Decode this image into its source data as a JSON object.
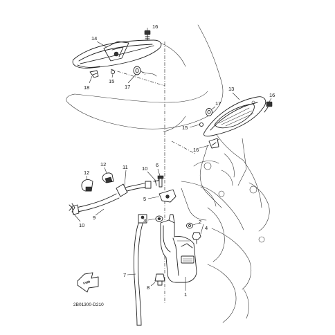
{
  "diagram_code": "2B01300-D210",
  "fwd_label": "FWD",
  "callouts": {
    "c1": "1",
    "c2": "2",
    "c3": "3",
    "c4": "4",
    "c5": "5",
    "c6": "6",
    "c7": "7",
    "c8": "8",
    "c9": "9",
    "c10a": "10",
    "c10b": "10",
    "c11": "11",
    "c12a": "12",
    "c12b": "12",
    "c13": "13",
    "c14": "14",
    "c15a": "15",
    "c15b": "15",
    "c16a": "16",
    "c16b": "16",
    "c16c": "16",
    "c17a": "17",
    "c17b": "17",
    "c18": "18"
  }
}
